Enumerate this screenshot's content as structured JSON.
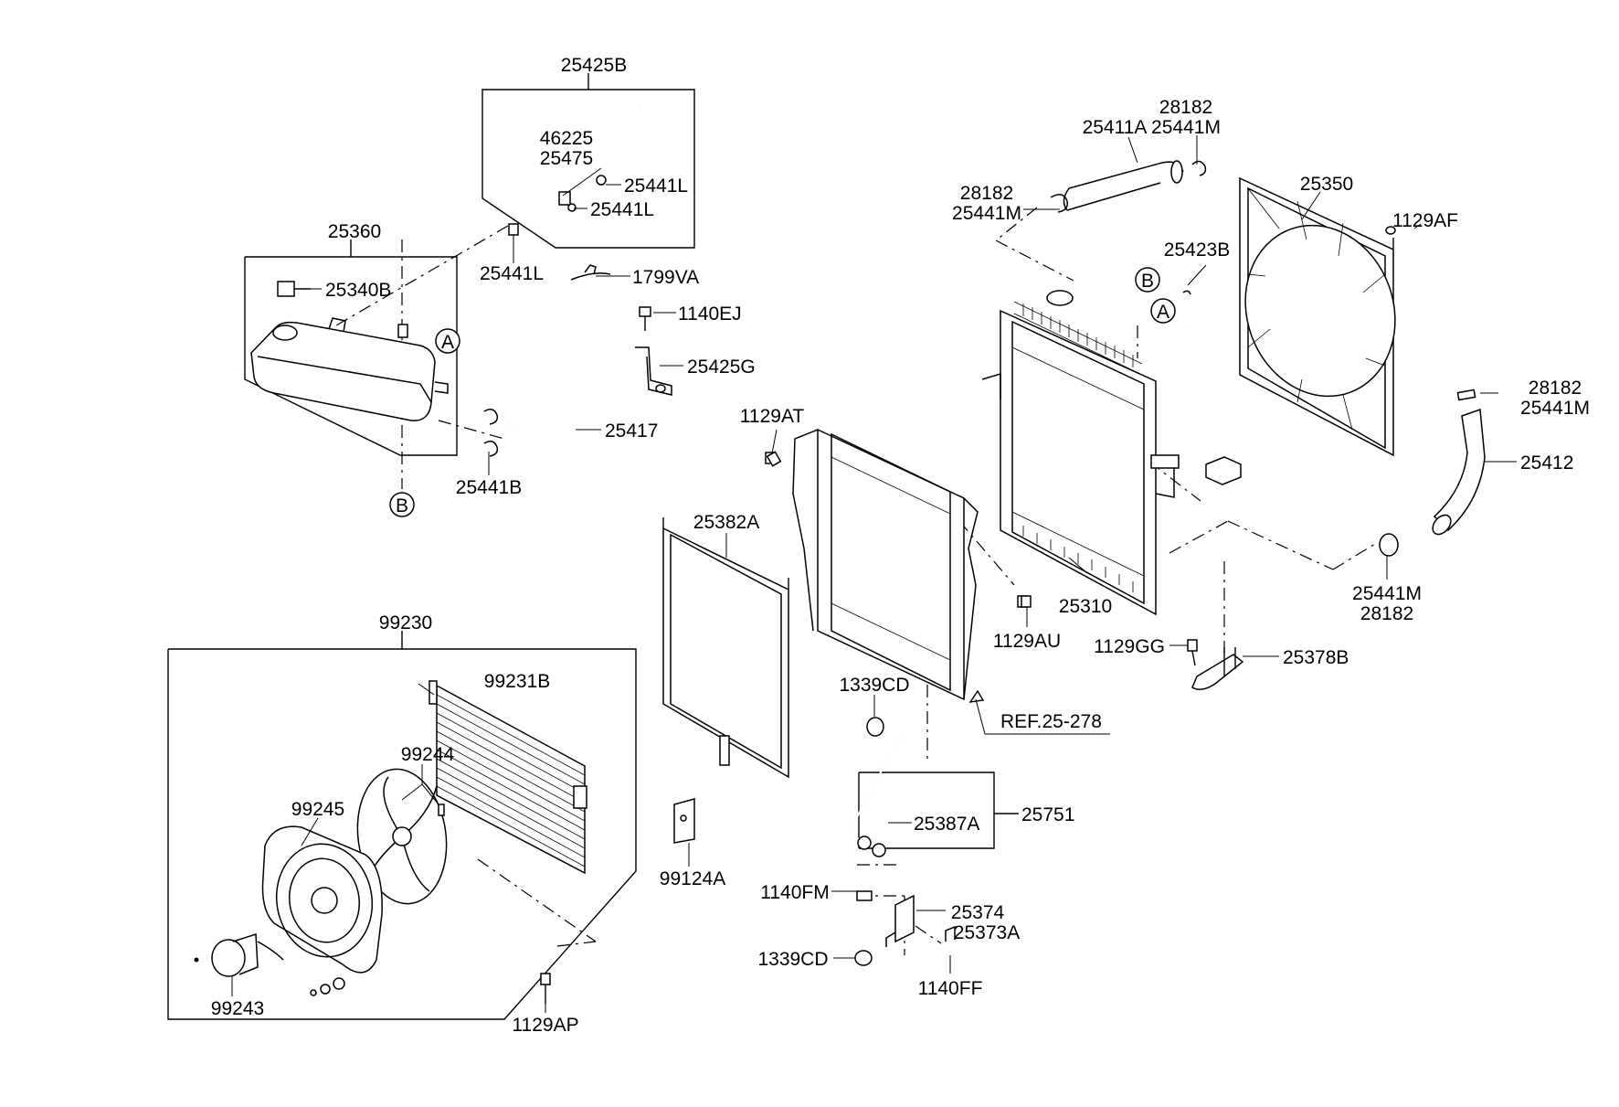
{
  "colors": {
    "ink": "#000000",
    "paper": "#ffffff"
  },
  "labels": {
    "p25425B": "25425B",
    "p46225": "46225",
    "p25475": "25475",
    "p25441L_a": "25441L",
    "p25441L_b": "25441L",
    "p25441L_c": "25441L",
    "p1799VA": "1799VA",
    "p1140EJ": "1140EJ",
    "p25425G": "25425G",
    "p25360": "25360",
    "p25340B": "25340B",
    "p25417": "25417",
    "p25441B": "25441B",
    "p28182_top": "28182",
    "p25441M_top": "25441M",
    "p25411A": "25411A",
    "p28182_left": "28182",
    "p25441M_left": "25441M",
    "p25350": "25350",
    "p1129AF": "1129AF",
    "p25423B": "25423B",
    "p28182_right": "28182",
    "p25441M_right": "25441M",
    "p25412": "25412",
    "p1129AT": "1129AT",
    "p25382A": "25382A",
    "p25310": "25310",
    "p1129AU": "1129AU",
    "p25441M_bot": "25441M",
    "p28182_bot": "28182",
    "p1129GG": "1129GG",
    "p25378B": "25378B",
    "p1339CD_a": "1339CD",
    "pREF": "REF.25-278",
    "p99230": "99230",
    "p99231B": "99231B",
    "p99244": "99244",
    "p99245": "99245",
    "p99243": "99243",
    "p1129AP": "1129AP",
    "p99124A": "99124A",
    "p25751": "25751",
    "p25387A": "25387A",
    "p1140FM": "1140FM",
    "p25374": "25374",
    "p25373A": "25373A",
    "p1339CD_b": "1339CD",
    "p1140FF": "1140FF",
    "markA1": "A",
    "markB1": "B",
    "markA2": "A",
    "markB2": "B"
  }
}
